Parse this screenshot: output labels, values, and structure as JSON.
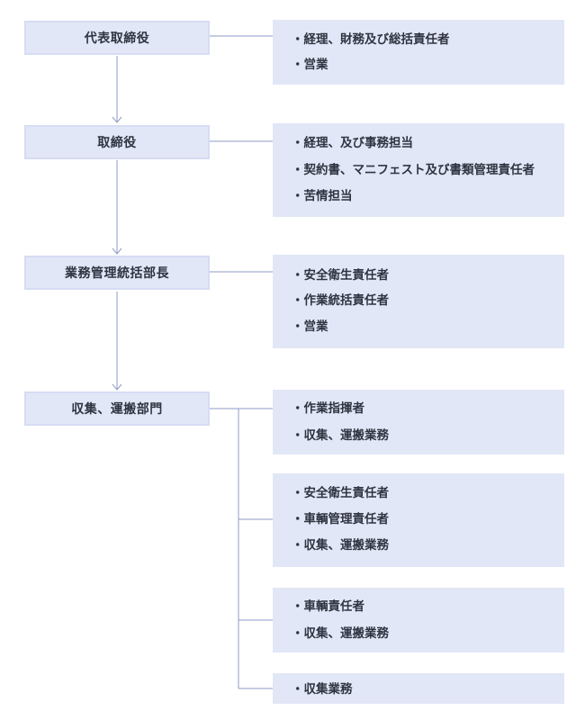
{
  "roles": [
    {
      "label": "代表取締役"
    },
    {
      "label": "取締役"
    },
    {
      "label": "業務管理統括部長"
    },
    {
      "label": "収集、運搬部門"
    }
  ],
  "duties": [
    {
      "items": [
        "経理、財務及び総括責任者",
        "営業"
      ]
    },
    {
      "items": [
        "経理、及び事務担当",
        "契約書、マニフェスト及び書類管理責任者",
        "苦情担当"
      ]
    },
    {
      "items": [
        "安全衛生責任者",
        "作業統括責任者",
        "営業"
      ]
    },
    {
      "items": [
        "作業指揮者",
        "収集、運搬業務"
      ]
    },
    {
      "items": [
        "安全衛生責任者",
        "車輌管理責任者",
        "収集、運搬業務"
      ]
    },
    {
      "items": [
        "車輌責任者",
        "収集、運搬業務"
      ]
    },
    {
      "items": [
        "収集業務"
      ]
    }
  ],
  "colors": {
    "box_fill": "#e2e7f7",
    "box_border": "#d6dcf3",
    "line": "#8f9bc4",
    "text": "#2e3440"
  }
}
